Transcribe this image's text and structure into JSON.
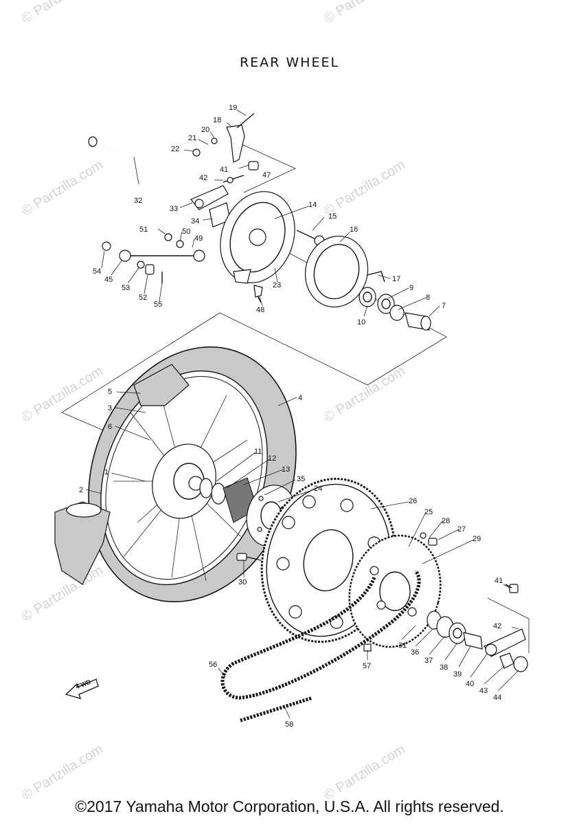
{
  "title": "REAR WHEEL",
  "copyright": "©2017 Yamaha Motor Corporation, U.S.A. All rights reserved.",
  "watermark": "© Partzilla.com",
  "fwd_label": "FWD",
  "callouts": [
    "1",
    "2",
    "3",
    "4",
    "5",
    "6",
    "7",
    "8",
    "9",
    "10",
    "11",
    "12",
    "13",
    "14",
    "15",
    "16",
    "17",
    "18",
    "19",
    "20",
    "21",
    "22",
    "23",
    "24",
    "25",
    "26",
    "27",
    "28",
    "29",
    "30",
    "31",
    "32",
    "33",
    "34",
    "35",
    "36",
    "37",
    "38",
    "39",
    "40",
    "41",
    "41",
    "42",
    "42",
    "43",
    "44",
    "45",
    "47",
    "48",
    "49",
    "50",
    "51",
    "52",
    "53",
    "54",
    "55",
    "56",
    "57",
    "58"
  ]
}
